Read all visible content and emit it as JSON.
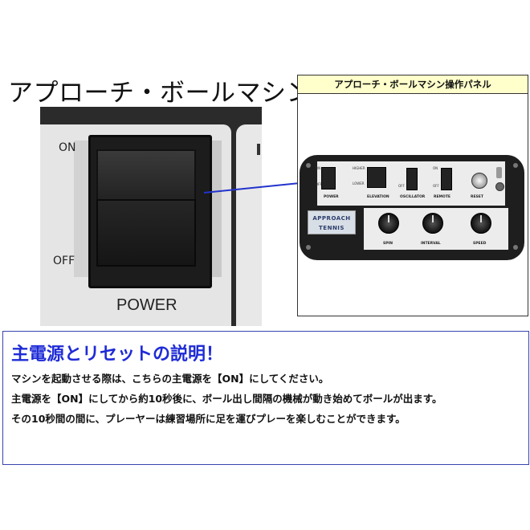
{
  "main_title": "アプローチ・ボールマシン",
  "photo": {
    "on_label": "ON",
    "off_label": "OFF",
    "power_label": "POWER"
  },
  "panel": {
    "header": "アプローチ・ボールマシン操作パネル",
    "switch_labels": {
      "power": "POWER",
      "elevation": "ELEVATION",
      "oscillator": "OSCILLATOR",
      "remote": "REMOTE",
      "reset": "RESET"
    },
    "small_labels": {
      "on": "ON",
      "off": "OFF",
      "higher": "HIGHER",
      "lower": "LOWER",
      "remote_on": "ON"
    },
    "logo_line1": "APPROACH",
    "logo_line2": "TENNIS",
    "knob_labels": {
      "spin": "SPIN",
      "interval": "INTERVAL",
      "speed": "SPEED"
    }
  },
  "description": {
    "title": "主電源とリセットの説明！",
    "lines": [
      "マシンを起動させる際は、こちらの主電源を【ON】にしてください。",
      "主電源を【ON】にしてから約10秒後に、ボール出し間隔の機械が動き始めてボールが出ます。",
      "その10秒間の間に、プレーヤーは練習場所に足を運びプレーを楽しむことができます。"
    ]
  },
  "colors": {
    "title_blue": "#1e2bd6",
    "panel_header_bg": "#ffffcc",
    "connector_line": "#2233cc",
    "desc_border": "#3a44b0"
  }
}
